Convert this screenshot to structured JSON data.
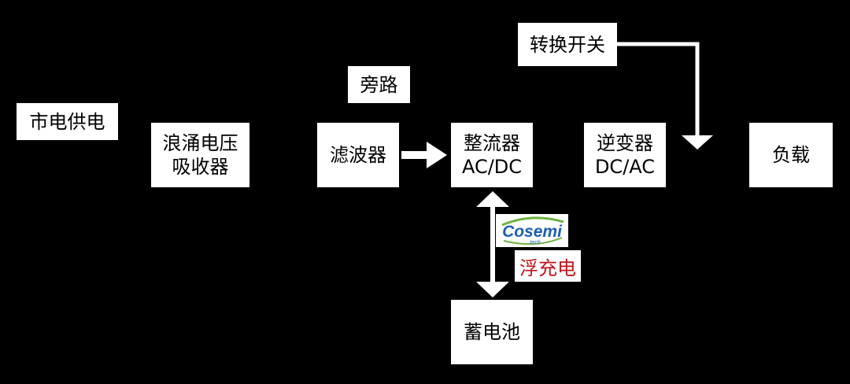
{
  "nodes": {
    "mains": "市电供电",
    "surge_line1": "浪涌电压",
    "surge_line2": "吸收器",
    "filter": "滤波器",
    "bypass": "旁路",
    "rectifier_line1": "整流器",
    "rectifier_line2": "AC/DC",
    "switch": "转换开关",
    "inverter_line1": "逆变器",
    "inverter_line2": "DC/AC",
    "load": "负载",
    "battery": "蓄电池"
  },
  "float_charge": "浮充电",
  "logo": {
    "name": "Cosemi",
    "sub": "tech"
  },
  "colors": {
    "background": "#000000",
    "box": "#ffffff",
    "text": "#000000",
    "accent_red": "#c0151b",
    "logo_blue": "#1a5fb4",
    "logo_green": "#6db33f"
  }
}
